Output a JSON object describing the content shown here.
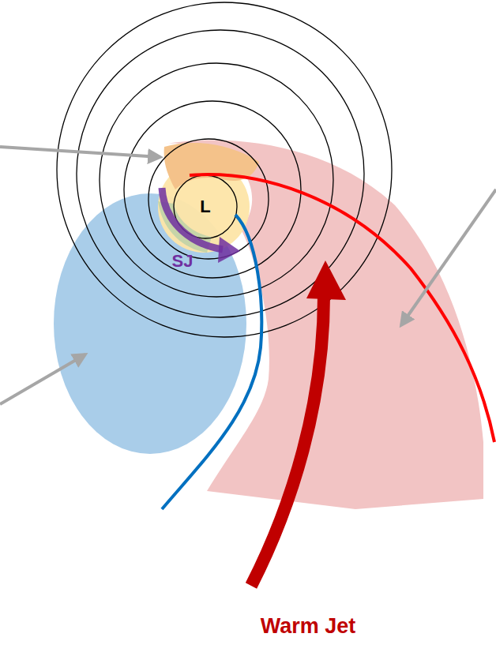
{
  "diagram": {
    "labels": [
      "L",
      "SJ",
      "Warm Jet"
    ]
  }
}
